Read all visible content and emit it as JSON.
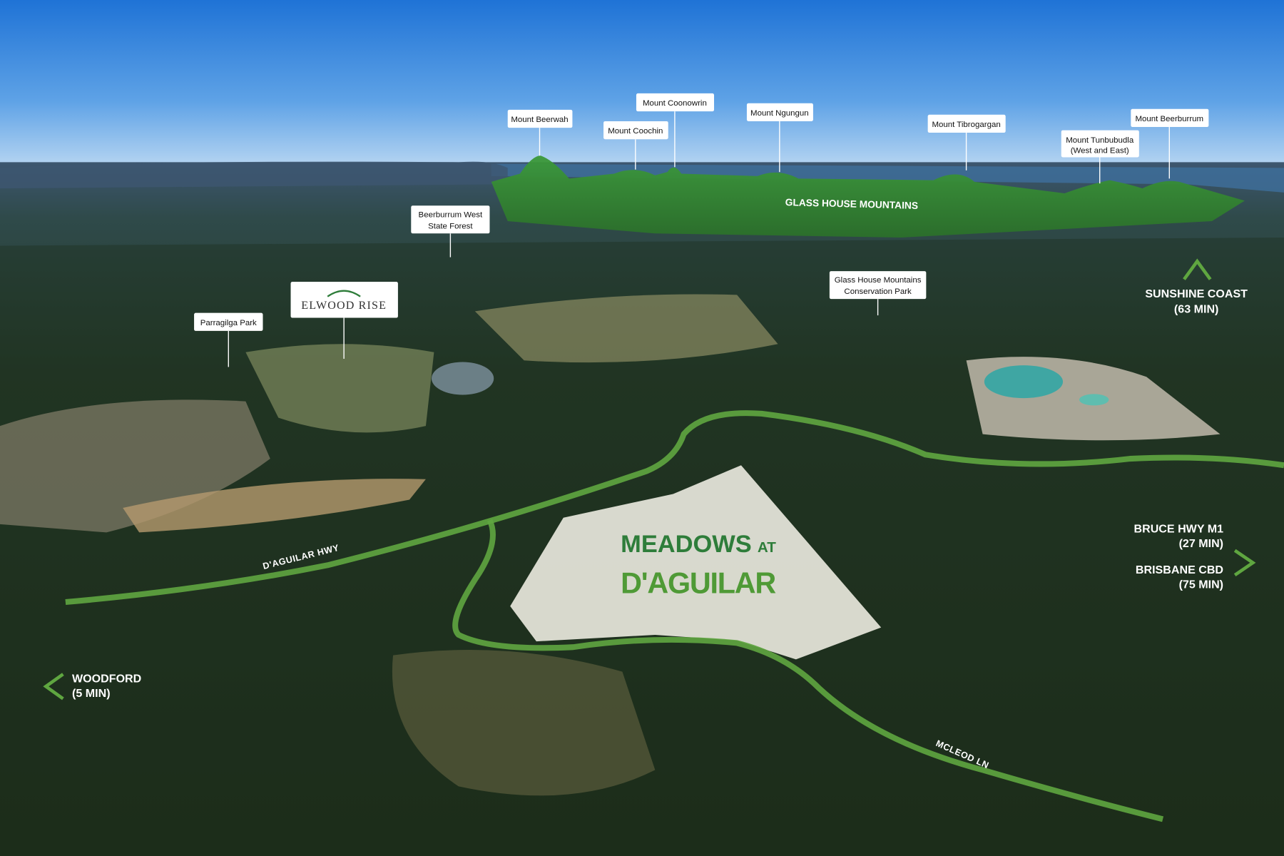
{
  "mountains": [
    {
      "label": "Mount Beerwah"
    },
    {
      "label": "Mount Coochin"
    },
    {
      "label": "Mount Coonowrin"
    },
    {
      "label": "Mount Ngungun"
    },
    {
      "label": "Mount Tibrogargan"
    },
    {
      "label": "Mount Tunbubudla",
      "label2": "(West and East)"
    },
    {
      "label": "Mount Beerburrum"
    }
  ],
  "places": {
    "glass_house_mountains": "GLASS HOUSE MOUNTAINS",
    "beerburrum_forest": {
      "line1": "Beerburrum West",
      "line2": "State Forest"
    },
    "elwood_rise": "ELWOOD RISE",
    "parragilga_park": "Parragilga Park",
    "conservation_park": {
      "line1": "Glass House Mountains",
      "line2": "Conservation Park"
    }
  },
  "destinations": {
    "sunshine_coast": {
      "name": "SUNSHINE COAST",
      "time": "(63 MIN)"
    },
    "bruce_hwy": {
      "name": "BRUCE HWY M1",
      "time": "(27 MIN)"
    },
    "brisbane": {
      "name": "BRISBANE CBD",
      "time": "(75 MIN)"
    },
    "woodford": {
      "name": "WOODFORD",
      "time": "(5 MIN)"
    }
  },
  "roads": {
    "daguilar_hwy": "D'AGUILAR HWY",
    "mcleod_ln": "MCLEOD LN"
  },
  "site": {
    "line1": "MEADOWS",
    "line1b": "AT",
    "line2": "D'AGUILAR"
  },
  "colors": {
    "road_green": "#5fa640",
    "logo_green": "#2e7d3a",
    "logo_light_green": "#4f9a36"
  }
}
